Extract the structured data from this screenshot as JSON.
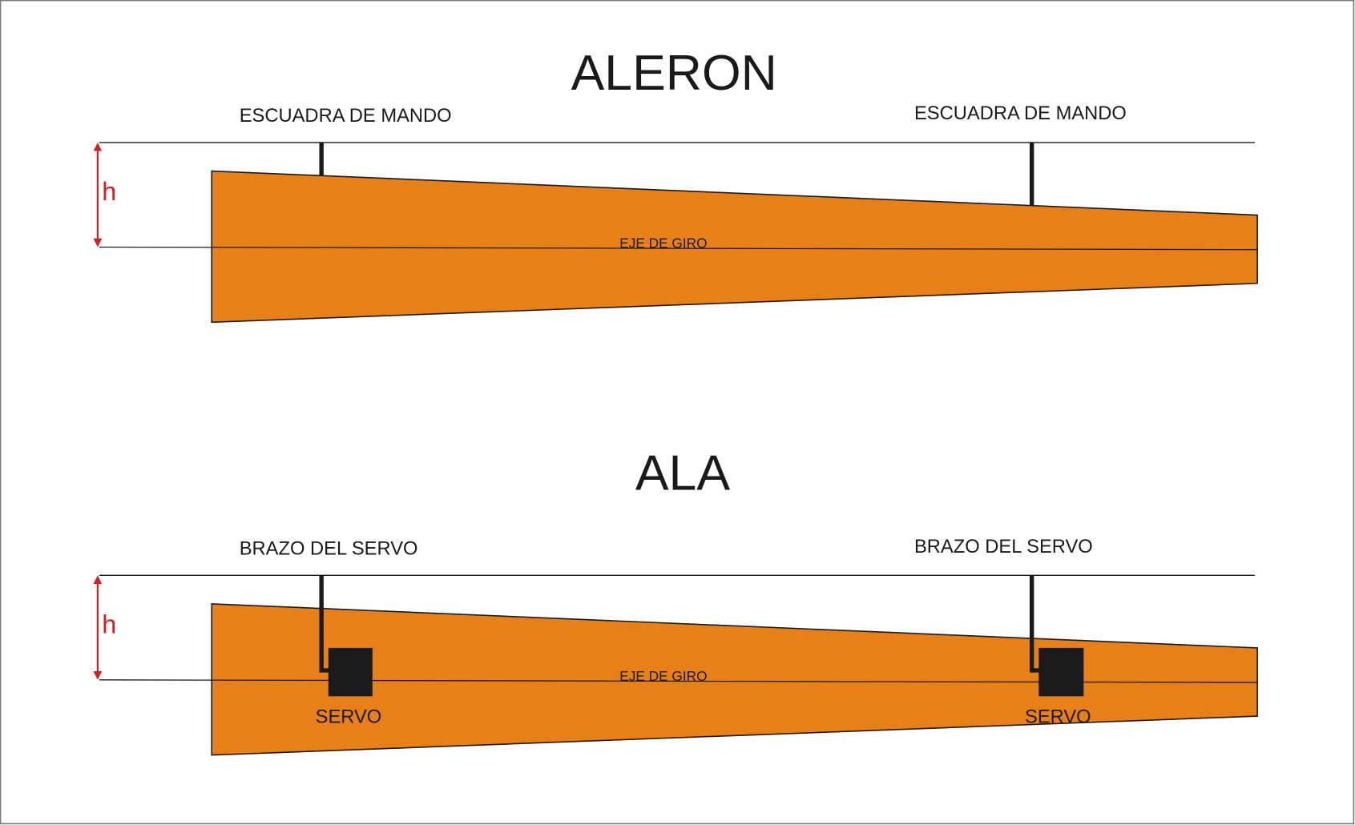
{
  "colors": {
    "surface": "#E8801A",
    "outline": "#1a1a1a",
    "dimension": "#D42020",
    "text": "#1a1a1a"
  },
  "aileron": {
    "title": "ALERON",
    "left_label": "ESCUADRA DE MANDO",
    "right_label": "ESCUADRA DE MANDO",
    "axis_label": "EJE DE GIRO",
    "dimension_label": "h"
  },
  "wing": {
    "title": "ALA",
    "left_label": "BRAZO DEL SERVO",
    "right_label": "BRAZO DEL SERVO",
    "axis_label": "EJE DE GIRO",
    "dimension_label": "h",
    "left_servo_label": "SERVO",
    "right_servo_label": "SERVO"
  }
}
